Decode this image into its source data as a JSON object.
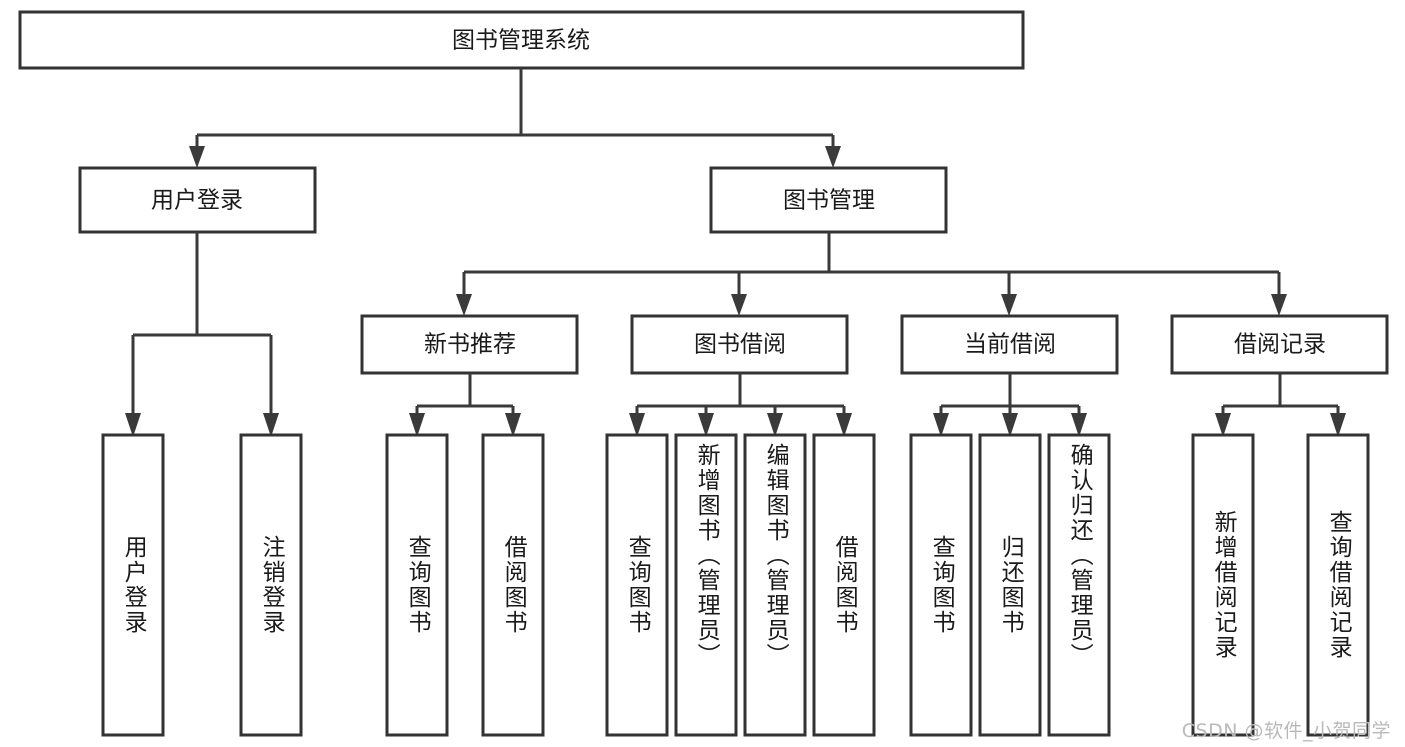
{
  "diagram": {
    "type": "tree-hierarchy",
    "title": "图书管理系统",
    "watermark": "CSDN @软件_小贺同学",
    "colors": {
      "box_fill": "#ffffff",
      "box_stroke": "#333333",
      "connector": "#3a3a3a",
      "text": "#1a1a1a",
      "watermark": "#b9b9b9"
    },
    "levels": {
      "root": {
        "label": "图书管理系统"
      },
      "level2": [
        {
          "id": "user-login",
          "label": "用户登录"
        },
        {
          "id": "book-manage",
          "label": "图书管理"
        }
      ],
      "level3": [
        {
          "id": "new-book-recommend",
          "label": "新书推荐",
          "parent": "book-manage"
        },
        {
          "id": "book-borrow",
          "label": "图书借阅",
          "parent": "book-manage"
        },
        {
          "id": "current-borrow",
          "label": "当前借阅",
          "parent": "book-manage"
        },
        {
          "id": "borrow-record",
          "label": "借阅记录",
          "parent": "book-manage"
        }
      ],
      "leaves": [
        {
          "id": "leaf-user-login",
          "label": "用户登录",
          "parent": "user-login"
        },
        {
          "id": "leaf-logout-login",
          "label": "注销登录",
          "parent": "user-login"
        },
        {
          "id": "leaf-query-book-1",
          "label": "查询图书",
          "parent": "new-book-recommend"
        },
        {
          "id": "leaf-borrow-book-1",
          "label": "借阅图书",
          "parent": "new-book-recommend"
        },
        {
          "id": "leaf-query-book-2",
          "label": "查询图书",
          "parent": "book-borrow"
        },
        {
          "id": "leaf-add-book",
          "label": "新增图书（管理员）",
          "parent": "book-borrow"
        },
        {
          "id": "leaf-edit-book",
          "label": "编辑图书（管理员）",
          "parent": "book-borrow"
        },
        {
          "id": "leaf-borrow-book-2",
          "label": "借阅图书",
          "parent": "book-borrow"
        },
        {
          "id": "leaf-query-book-3",
          "label": "查询图书",
          "parent": "current-borrow"
        },
        {
          "id": "leaf-return-book",
          "label": "归还图书",
          "parent": "current-borrow"
        },
        {
          "id": "leaf-confirm-return",
          "label": "确认归还（管理员）",
          "parent": "current-borrow"
        },
        {
          "id": "leaf-add-record",
          "label": "新增借阅记录",
          "parent": "borrow-record"
        },
        {
          "id": "leaf-query-record",
          "label": "查询借阅记录",
          "parent": "borrow-record"
        }
      ]
    }
  }
}
